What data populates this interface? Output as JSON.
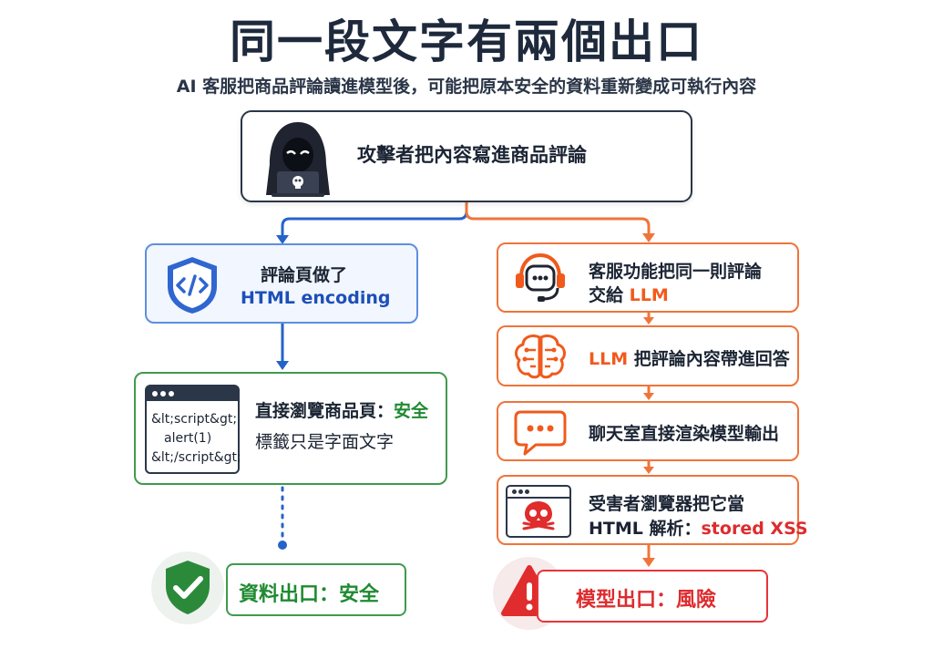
{
  "title": "同一段文字有兩個出口",
  "subtitle": "AI 客服把商品評論讀進模型後，可能把原本安全的資料重新變成可執行內容",
  "attacker": {
    "text": "攻擊者把內容寫進商品評論"
  },
  "left": {
    "encode_line1": "評論頁做了",
    "encode_line2": "HTML encoding",
    "browser_line1_prefix": "直接瀏覽商品頁：",
    "browser_line1_emph": "安全",
    "browser_line2": "標籤只是字面文字",
    "code_lines": [
      "&lt;script&gt;",
      "alert(1)",
      "&lt;/script&gt;"
    ],
    "outcome": "資料出口：安全"
  },
  "right": {
    "step1_line1": "客服功能把同一則評論",
    "step1_line2_prefix": "交給 ",
    "step1_line2_emph": "LLM",
    "step2_emph": "LLM",
    "step2_rest": " 把評論內容帶進回答",
    "step3": "聊天室直接渲染模型輸出",
    "step4_line1": "受害者瀏覽器把它當",
    "step4_line2_prefix": "HTML 解析：",
    "step4_line2_emph": "stored XSS",
    "outcome": "模型出口：風險"
  },
  "colors": {
    "blue": "#1d4fb8",
    "green": "#1f8a31",
    "orange": "#f05a1c",
    "red": "#dd2c2f",
    "dark": "#1e2a3c"
  },
  "icons": {
    "attacker": "hooded-hacker-icon",
    "encode": "code-shield-icon",
    "browser": "browser-window-icon",
    "safe": "check-shield-icon",
    "llm": "headset-bot-icon",
    "brain": "brain-circuit-icon",
    "chat": "chat-bubble-icon",
    "xss": "skull-browser-icon",
    "risk": "warning-triangle-icon"
  }
}
